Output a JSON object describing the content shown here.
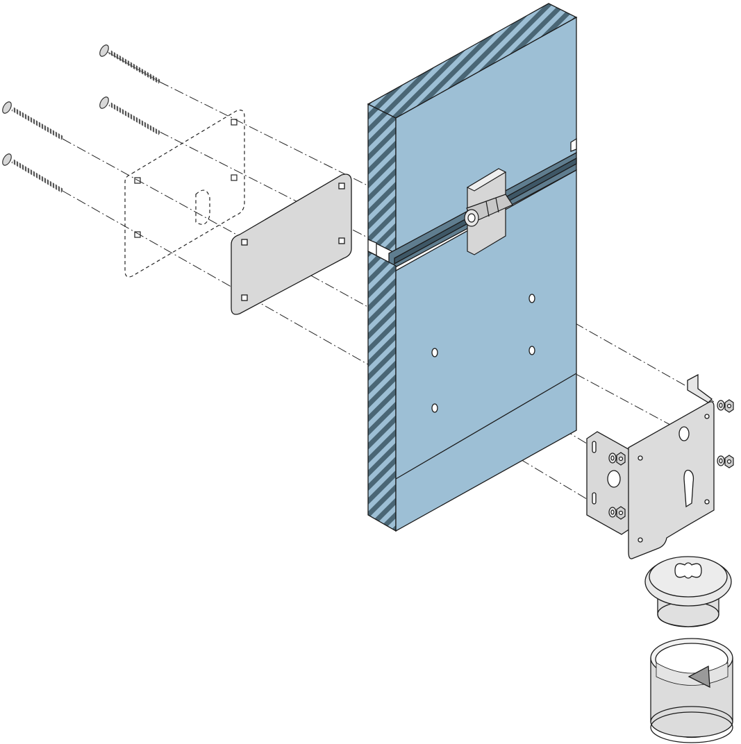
{
  "diagram": {
    "kind": "exploded-assembly-illustration",
    "parts": [
      {
        "id": "carriage-bolt",
        "count": 4
      },
      {
        "id": "backing-plate-outline",
        "count": 1
      },
      {
        "id": "backing-plate",
        "count": 1
      },
      {
        "id": "gate-panel",
        "count": 1
      },
      {
        "id": "hinge",
        "count": 1
      },
      {
        "id": "mounting-bracket",
        "count": 1
      },
      {
        "id": "washer",
        "count": 4
      },
      {
        "id": "hex-nut",
        "count": 4
      },
      {
        "id": "keyhole-cap",
        "count": 1
      },
      {
        "id": "ground-sleeve",
        "count": 1
      }
    ],
    "colors": {
      "panel_face": "#9dbfd5",
      "panel_edge": "#5f7d8f",
      "panel_stripe": "#4a6675",
      "plate": "#d9d9d9",
      "metal": "#e6e6e6",
      "outline": "#1a1a1a"
    }
  }
}
